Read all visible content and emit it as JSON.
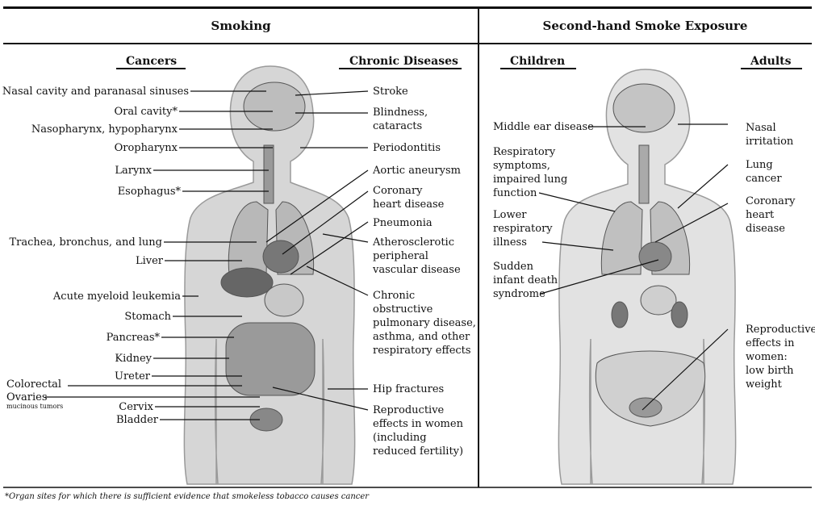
{
  "header": {
    "smoking": "Smoking",
    "secondhand": "Second-hand Smoke Exposure"
  },
  "sub": {
    "cancers": "Cancers",
    "chronic": "Chronic Diseases",
    "children": "Children",
    "adults": "Adults"
  },
  "cancers": [
    "Nasal cavity and paranasal sinuses",
    "Oral cavity*",
    "Nasopharynx, hypopharynx",
    "Oropharynx",
    "Larynx",
    "Esophagus*",
    "Trachea, bronchus, and lung",
    "Liver",
    "Acute myeloid leukemia",
    "Stomach",
    "Pancreas*",
    "Kidney",
    "Ureter",
    "Colorectal",
    "Ovaries",
    "mucinous tumors",
    "Cervix",
    "Bladder"
  ],
  "chronic": {
    "stroke": "Stroke",
    "blindness": [
      "Blindness,",
      "cataracts"
    ],
    "perio": "Periodontitis",
    "aortic": "Aortic aneurysm",
    "coronary": [
      "Coronary",
      "heart disease"
    ],
    "pneumonia": "Pneumonia",
    "athero": [
      "Atherosclerotic",
      "peripheral",
      "vascular disease"
    ],
    "copd": [
      "Chronic",
      "obstructive",
      "pulmonary disease,",
      "asthma, and other",
      "respiratory effects"
    ],
    "hip": "Hip fractures",
    "repro": [
      "Reproductive",
      "effects in women",
      "(including",
      "reduced fertility)"
    ]
  },
  "children": {
    "ear": "Middle ear disease",
    "resp": [
      "Respiratory",
      "symptoms,",
      "impaired lung",
      "function"
    ],
    "lower": [
      "Lower",
      "respiratory",
      "illness"
    ],
    "sids": [
      "Sudden",
      "infant death",
      "syndrome"
    ]
  },
  "adults": {
    "nasal": [
      "Nasal",
      "irritation"
    ],
    "lung": [
      "Lung",
      "cancer"
    ],
    "coronary": [
      "Coronary",
      "heart",
      "disease"
    ],
    "repro": [
      "Reproductive",
      "effects in",
      "women:",
      "low birth",
      "weight"
    ]
  },
  "footnote": "*Organ sites for which there is sufficient evidence that smokeless tobacco causes cancer"
}
